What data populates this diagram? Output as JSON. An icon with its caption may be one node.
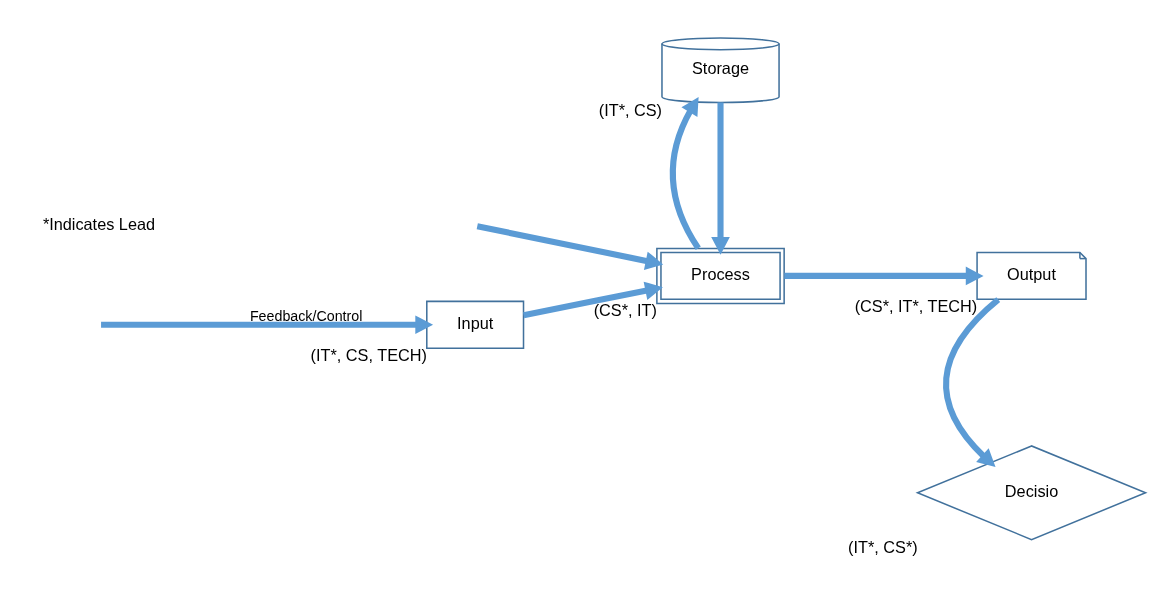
{
  "diagram": {
    "nodes": [
      {
        "text": [
          "Input"
        ],
        "beside": [
          "(IT*, CS, TECH)"
        ]
      },
      {
        "text": [
          "Process"
        ],
        "beside": [
          "(CS*, IT)"
        ]
      },
      {
        "text": [
          "Output"
        ],
        "beside": [
          "(CS*, IT*, TECH)"
        ]
      },
      {
        "text": [
          "Storage"
        ],
        "beside": [
          "(IT*, CS)"
        ]
      },
      {
        "text": [
          "Decisio"
        ],
        "beside": [
          "(IT*, CS*)"
        ]
      }
    ],
    "edges": [
      {
        "from": null,
        "to": 0,
        "arrow": "to",
        "label": "Feedback/Control"
      },
      {
        "from": null,
        "to": 1,
        "arrow": "to"
      },
      {
        "from": 0,
        "to": 1,
        "arrow": "to"
      },
      {
        "from": 1,
        "to": 2,
        "arrow": "to"
      },
      {
        "from": 3,
        "to": 1,
        "arrow": "to"
      },
      {
        "from": 1,
        "to": 3,
        "arrow": "to"
      },
      {
        "from": 2,
        "to": 4,
        "arrow": "to"
      }
    ],
    "labels": [
      "*Indicates Lead"
    ]
  }
}
